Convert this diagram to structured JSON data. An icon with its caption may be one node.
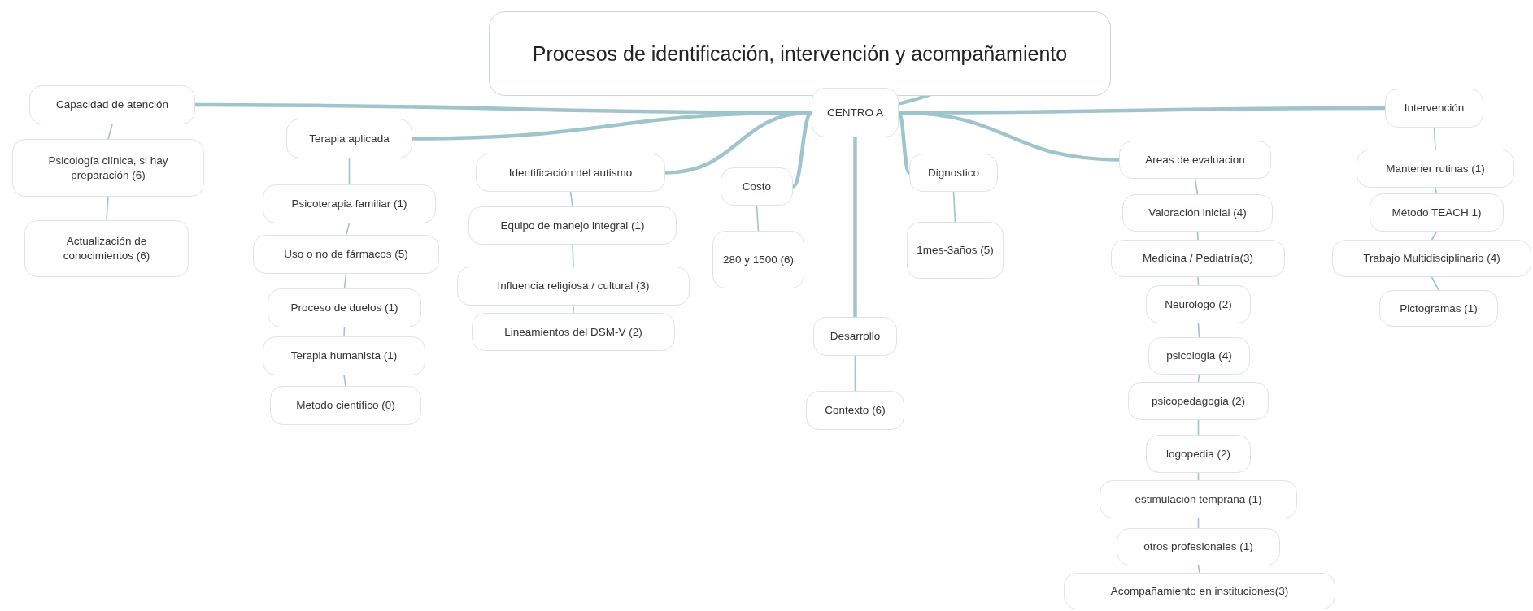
{
  "diagram": {
    "nodes": [
      {
        "text": [
          "Procesos de identificación, intervención y acompañamiento"
        ]
      },
      {
        "text": [
          "CENTRO A"
        ]
      },
      {
        "text": [
          "Capacidad de atención"
        ]
      },
      {
        "text": [
          "Psicología clínica, si hay preparación (6)"
        ]
      },
      {
        "text": [
          "Actualización de conocimientos (6)"
        ]
      },
      {
        "text": [
          "Terapia aplicada"
        ]
      },
      {
        "text": [
          "Psicoterapia familiar (1)"
        ]
      },
      {
        "text": [
          "Uso o no de fármacos (5)"
        ]
      },
      {
        "text": [
          "Proceso de duelos (1)"
        ]
      },
      {
        "text": [
          "Terapia humanista (1)"
        ]
      },
      {
        "text": [
          "Metodo cientifico (0)"
        ]
      },
      {
        "text": [
          "Identificación del autismo"
        ]
      },
      {
        "text": [
          "Equipo de manejo integral (1)"
        ]
      },
      {
        "text": [
          "Influencia religiosa / cultural (3)"
        ]
      },
      {
        "text": [
          "Lineamientos del DSM-V (2)"
        ]
      },
      {
        "text": [
          "Costo"
        ]
      },
      {
        "text": [
          "280 y 1500 (6)"
        ]
      },
      {
        "text": [
          "Dignostico"
        ]
      },
      {
        "text": [
          "1mes-3años (5)"
        ]
      },
      {
        "text": [
          "Desarrollo"
        ]
      },
      {
        "text": [
          "Contexto (6)"
        ]
      },
      {
        "text": [
          "Areas de evaluacion"
        ]
      },
      {
        "text": [
          "Valoración inicial (4)"
        ]
      },
      {
        "text": [
          "Medicina / Pediatría(3)"
        ]
      },
      {
        "text": [
          "Neurólogo (2)"
        ]
      },
      {
        "text": [
          "psicologia (4)"
        ]
      },
      {
        "text": [
          "psicopedagogia (2)"
        ]
      },
      {
        "text": [
          "logopedia (2)"
        ]
      },
      {
        "text": [
          "estimulación temprana (1)"
        ]
      },
      {
        "text": [
          "otros profesionales (1)"
        ]
      },
      {
        "text": [
          "Acompañamiento en instituciones(3)"
        ]
      },
      {
        "text": [
          "Intervención"
        ]
      },
      {
        "text": [
          "Mantener rutinas (1)"
        ]
      },
      {
        "text": [
          "Método TEACH 1)"
        ]
      },
      {
        "text": [
          "Trabajo Multidisciplinario (4)"
        ]
      },
      {
        "text": [
          "Pictogramas (1)"
        ]
      }
    ],
    "edges": [
      {
        "from": 0,
        "to": 1,
        "arrow": "none",
        "style": "thick"
      },
      {
        "from": 1,
        "to": 2,
        "arrow": "none",
        "style": "thick"
      },
      {
        "from": 2,
        "to": 3,
        "arrow": "none"
      },
      {
        "from": 3,
        "to": 4,
        "arrow": "none"
      },
      {
        "from": 1,
        "to": 5,
        "arrow": "none",
        "style": "thick"
      },
      {
        "from": 5,
        "to": 6,
        "arrow": "none"
      },
      {
        "from": 6,
        "to": 7,
        "arrow": "none"
      },
      {
        "from": 7,
        "to": 8,
        "arrow": "none"
      },
      {
        "from": 8,
        "to": 9,
        "arrow": "none"
      },
      {
        "from": 9,
        "to": 10,
        "arrow": "none"
      },
      {
        "from": 1,
        "to": 11,
        "arrow": "none",
        "style": "thick"
      },
      {
        "from": 11,
        "to": 12,
        "arrow": "none"
      },
      {
        "from": 12,
        "to": 13,
        "arrow": "none"
      },
      {
        "from": 13,
        "to": 14,
        "arrow": "none"
      },
      {
        "from": 1,
        "to": 15,
        "arrow": "none",
        "style": "thick"
      },
      {
        "from": 15,
        "to": 16,
        "arrow": "none"
      },
      {
        "from": 1,
        "to": 17,
        "arrow": "none",
        "style": "thick"
      },
      {
        "from": 17,
        "to": 18,
        "arrow": "none"
      },
      {
        "from": 1,
        "to": 19,
        "arrow": "none",
        "style": "thick"
      },
      {
        "from": 19,
        "to": 20,
        "arrow": "none"
      },
      {
        "from": 1,
        "to": 21,
        "arrow": "none",
        "style": "thick"
      },
      {
        "from": 21,
        "to": 22,
        "arrow": "none"
      },
      {
        "from": 22,
        "to": 23,
        "arrow": "none"
      },
      {
        "from": 23,
        "to": 24,
        "arrow": "none"
      },
      {
        "from": 24,
        "to": 25,
        "arrow": "none"
      },
      {
        "from": 25,
        "to": 26,
        "arrow": "none"
      },
      {
        "from": 26,
        "to": 27,
        "arrow": "none"
      },
      {
        "from": 27,
        "to": 28,
        "arrow": "none"
      },
      {
        "from": 28,
        "to": 29,
        "arrow": "none"
      },
      {
        "from": 29,
        "to": 30,
        "arrow": "none"
      },
      {
        "from": 1,
        "to": 31,
        "arrow": "none",
        "style": "thick"
      },
      {
        "from": 31,
        "to": 32,
        "arrow": "none"
      },
      {
        "from": 32,
        "to": 33,
        "arrow": "none"
      },
      {
        "from": 33,
        "to": 34,
        "arrow": "none"
      },
      {
        "from": 34,
        "to": 35,
        "arrow": "none"
      }
    ]
  }
}
